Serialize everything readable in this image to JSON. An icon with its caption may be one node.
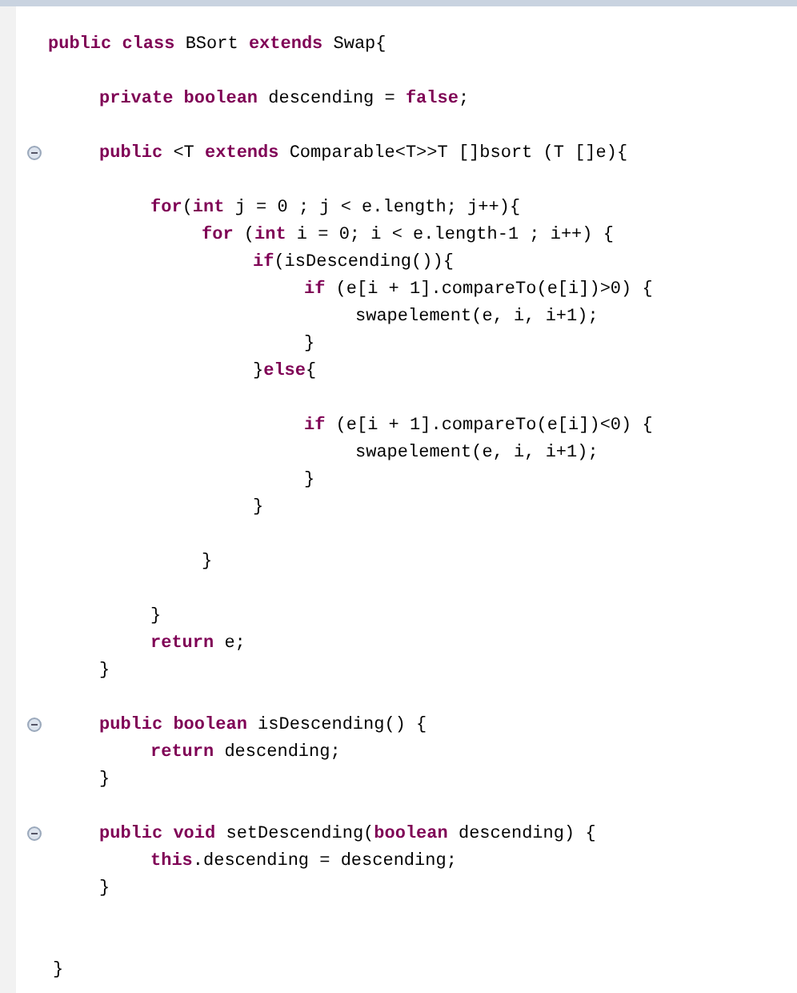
{
  "diagram": {
    "labels": [
      "**public class** BSort **extends** Swap{",
      "**private boolean** descending = **false**;",
      "**public** <T **extends** Comparable<T>>T []bsort (T []e){",
      "**for**(**int** j = 0 ; j < e.length; j++){",
      "**for** (**int** i = 0; i < e.length-1 ; i++) {",
      "**if**(isDescending()){",
      "**if** (e[i + 1].compareTo(e[i])>0) {",
      "swapelement(e, i, i+1);",
      "}",
      "}**else**{",
      "**if** (e[i + 1].compareTo(e[i])<0) {",
      "swapelement(e, i, i+1);",
      "}",
      "}",
      "}",
      "}",
      "**return** e;",
      "}",
      "**public boolean** isDescending() {",
      "**return** descending;",
      "}",
      "**public void** setDescending(**boolean** descending) {",
      "**this**.descending = descending;",
      "}",
      "}"
    ]
  }
}
